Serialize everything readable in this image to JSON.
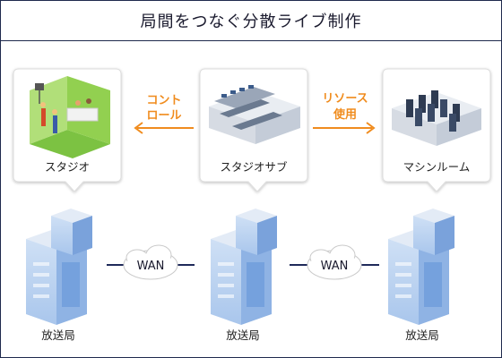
{
  "title": "局間をつなぐ分散ライブ制作",
  "nodes": {
    "studio": "スタジオ",
    "sub": "スタジオサブ",
    "machine": "マシンルーム"
  },
  "arrows": {
    "control_line1": "コント",
    "control_line2": "ロール",
    "resource_line1": "リソース",
    "resource_line2": "使用"
  },
  "links": {
    "left": "WAN",
    "right": "WAN"
  },
  "stations": {
    "left": "放送局",
    "center": "放送局",
    "right": "放送局"
  },
  "colors": {
    "arrow": "#f08c1e",
    "link_line": "#1f2a5a",
    "building_glass": "#5b8fd6",
    "studio_floor": "#7cc242"
  }
}
